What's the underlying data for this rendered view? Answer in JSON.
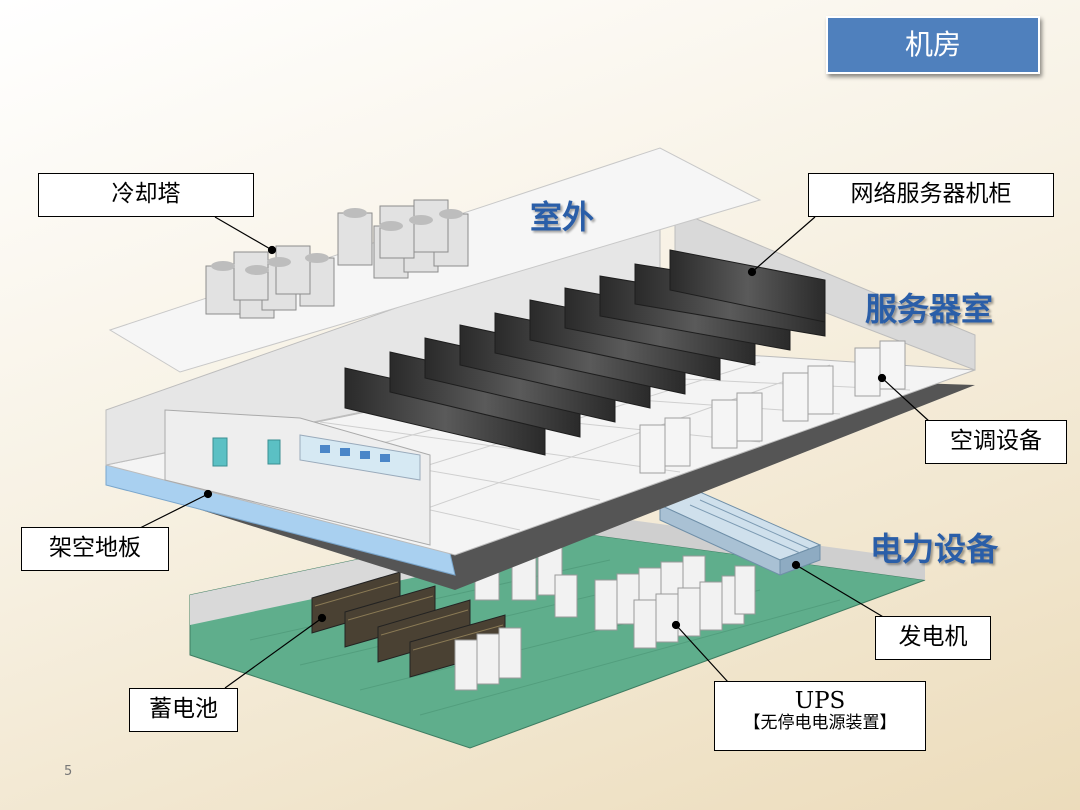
{
  "page": {
    "title": "机房",
    "page_number": "5"
  },
  "zones": {
    "outdoor": "室外",
    "server_room": "服务器室",
    "power": "电力设备"
  },
  "callouts": {
    "cooling_tower": "冷却塔",
    "server_rack": "网络服务器机柜",
    "ac_unit": "空调设备",
    "raised_floor": "架空地板",
    "generator": "发电机",
    "ups": "UPS",
    "ups_sub": "【无停电电源装置】",
    "battery": "蓄电池"
  },
  "colors": {
    "title_bg": "#4f80bd",
    "zone_text": "#2a5ea8",
    "rack": "#3c3c3c",
    "power_floor": "#5fae8c",
    "raised_floor": "#a9d0f0"
  }
}
